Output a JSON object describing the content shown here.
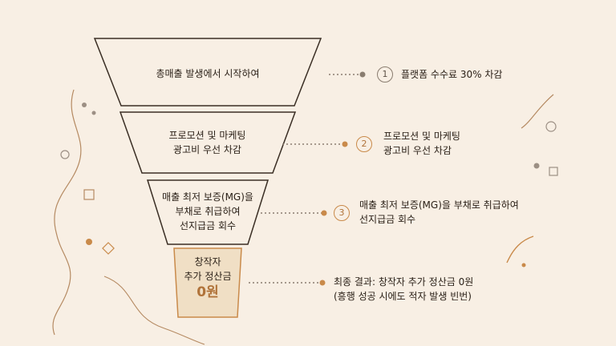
{
  "funnel": {
    "stage1": {
      "line1": "총매출 발생에서 시작하여"
    },
    "stage2": {
      "line1": "프로모션 및 마케팅",
      "line2": "광고비 우선 차감"
    },
    "stage3": {
      "line1": "매출 최저 보증(MG)을",
      "line2": "부채로 취급하여",
      "line3": "선지급금 회수"
    },
    "stage4": {
      "line1": "창작자",
      "line2": "추가 정산금",
      "value": "0원"
    }
  },
  "annotations": [
    {
      "number": "1",
      "line1": "플랫폼 수수료 30% 차감",
      "line2": ""
    },
    {
      "number": "2",
      "line1": "프로모션 및 마케팅",
      "line2": "광고비 우선 차감"
    },
    {
      "number": "3",
      "line1": "매출 최저 보증(MG)을 부채로 취급하여",
      "line2": "선지급금 회수"
    },
    {
      "number": "",
      "line1": "최종 결과: 창작자 추가 정산금 0원",
      "line2": "(흥행 성공 시에도 적자 발생 빈번)"
    }
  ],
  "colors": {
    "background": "#f8efe4",
    "outline": "#3a2e24",
    "accent": "#c98a4a",
    "final_fill": "#f0dfc5"
  }
}
